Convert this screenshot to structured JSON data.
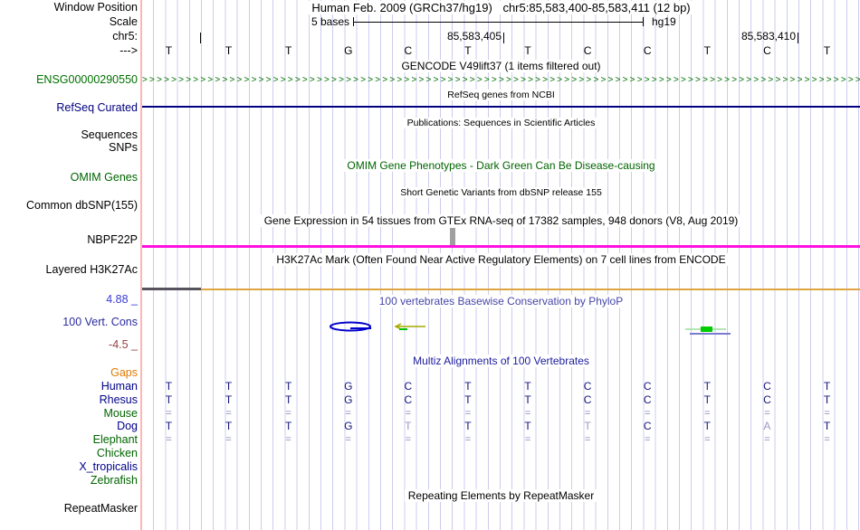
{
  "colors": {
    "grid": "#ccccee",
    "separator": "#fbb6b6",
    "green": "#007000",
    "navy": "#000080",
    "dark_green": "#006400",
    "orange_label": "#e07800",
    "magenta": "#ff10e0",
    "phylop_blue": "#3a3ad6",
    "phylop_title": "#4646aa",
    "multiz_title": "#1a1a9c",
    "neg_red": "#994040",
    "h3k27ac_orange": "#dfa43f",
    "h3k27ac_dark": "#56525e",
    "letter_navy": "#14147e",
    "letter_muted": "#9a9ac0",
    "equals": "#8a8ab8",
    "gtex_bar_gray": "#a0a0a0"
  },
  "header": {
    "window_position_label": "Window Position",
    "scale_label": "Scale",
    "chrom_label": "chr5:",
    "strand_label": "--->",
    "assembly_line": "Human Feb. 2009 (GRCh37/hg19)",
    "position_line": "chr5:85,583,400-85,583,411 (12 bp)",
    "scale_value": "5 bases",
    "assembly_tag": "hg19",
    "coord_labels": [
      "85,583,405",
      "85,583,410"
    ]
  },
  "ruler_bases": [
    "T",
    "T",
    "T",
    "G",
    "C",
    "T",
    "T",
    "C",
    "C",
    "T",
    "C",
    "T"
  ],
  "tracks": {
    "gencode_title": "GENCODE V49lift37 (1 items filtered out)",
    "ensg_label": "ENSG00000290550",
    "ensg_strand_char": ">",
    "refseq_title": "RefSeq genes from NCBI",
    "refseq_label": "RefSeq Curated",
    "publications_title": "Publications: Sequences in Scientific Articles",
    "sequences_label": "Sequences",
    "snps_label": "SNPs",
    "omim_title": "OMIM Gene Phenotypes - Dark Green Can Be Disease-causing",
    "omim_label": "OMIM Genes",
    "dbsnp_title": "Short Genetic Variants from dbSNP release 155",
    "dbsnp_label": "Common dbSNP(155)",
    "gtex_title": "Gene Expression in 54 tissues from GTEx RNA-seq of 17382 samples, 948 donors (V8, Aug 2019)",
    "gtex_gene_label": "NBPF22P",
    "h3k27ac_title": "H3K27Ac Mark (Often Found Near Active Regulatory Elements) on 7 cell lines from ENCODE",
    "h3k27ac_label": "Layered H3K27Ac",
    "cons_title": "100 vertebrates Basewise Conservation by PhyloP",
    "cons_label": "100 Vert. Cons",
    "cons_max": "4.88 _",
    "cons_min": "-4.5 _",
    "multiz_title": "Multiz Alignments of 100 Vertebrates",
    "repeat_title": "Repeating Elements by RepeatMasker",
    "repeat_label": "RepeatMasker"
  },
  "alignment": {
    "rows": [
      {
        "name": "Gaps",
        "color": "#e07800",
        "cells": []
      },
      {
        "name": "Human",
        "color": "#00008b",
        "cells": [
          "T",
          "T",
          "T",
          "G",
          "C",
          "T",
          "T",
          "C",
          "C",
          "T",
          "C",
          "T"
        ]
      },
      {
        "name": "Rhesus",
        "color": "#00008b",
        "cells": [
          "T",
          "T",
          "T",
          "G",
          "C",
          "T",
          "T",
          "C",
          "C",
          "T",
          "C",
          "T"
        ]
      },
      {
        "name": "Mouse",
        "color": "#006400",
        "cells": [
          "=",
          "=",
          "=",
          "=",
          "=",
          "=",
          "=",
          "=",
          "=",
          "=",
          "=",
          "="
        ]
      },
      {
        "name": "Dog",
        "color": "#00008b",
        "cells": [
          "T",
          "T",
          "T",
          "G",
          "T*",
          "T",
          "T",
          "T*",
          "C",
          "T",
          "A*",
          "T"
        ]
      },
      {
        "name": "Elephant",
        "color": "#006400",
        "cells": [
          "=",
          "=",
          "=",
          "=",
          "=",
          "=",
          "=",
          "=",
          "=",
          "=",
          "=",
          "="
        ]
      },
      {
        "name": "Chicken",
        "color": "#006400",
        "cells": []
      },
      {
        "name": "X_tropicalis",
        "color": "#00008b",
        "cells": []
      },
      {
        "name": "Zebrafish",
        "color": "#006400",
        "cells": []
      }
    ]
  }
}
